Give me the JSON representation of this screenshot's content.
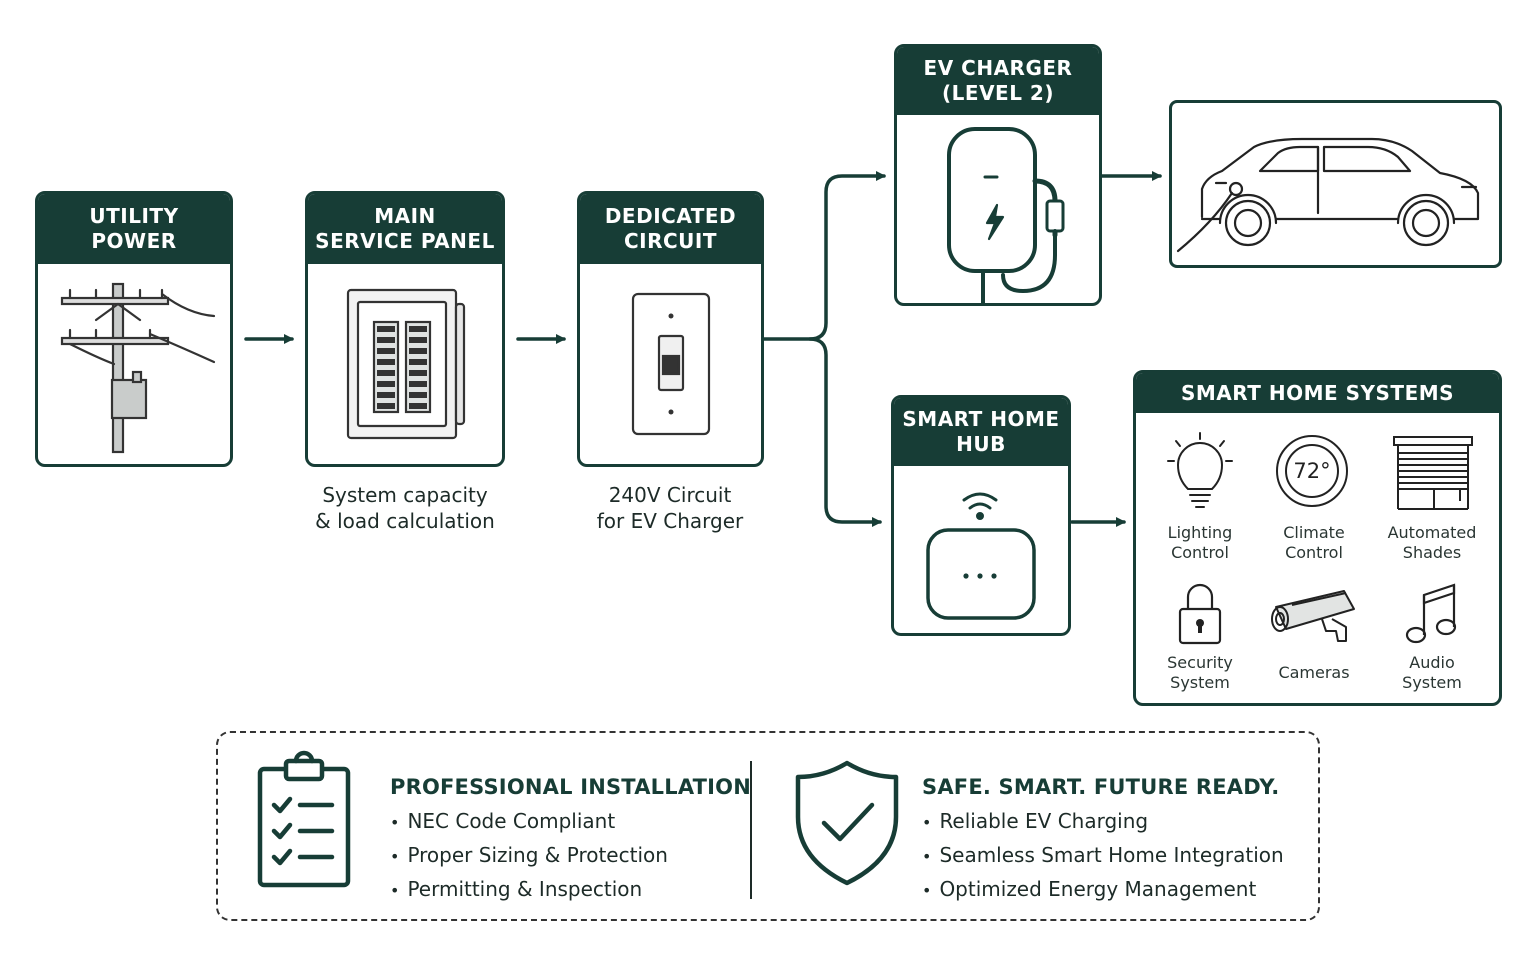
{
  "nodes": {
    "utility": {
      "title_line1": "UTILITY",
      "title_line2": "POWER"
    },
    "panel": {
      "title_line1": "MAIN",
      "title_line2": "SERVICE PANEL",
      "caption_line1": "System capacity",
      "caption_line2": "& load calculation"
    },
    "circuit": {
      "title_line1": "DEDICATED",
      "title_line2": "CIRCUIT",
      "caption_line1": "240V Circuit",
      "caption_line2": "for EV Charger"
    },
    "charger": {
      "title_line1": "EV CHARGER",
      "title_line2": "(LEVEL 2)"
    },
    "hub": {
      "title_line1": "SMART HOME",
      "title_line2": "HUB"
    },
    "smart_home": {
      "title": "SMART HOME SYSTEMS",
      "items": [
        {
          "icon": "lightbulb-icon",
          "line1": "Lighting",
          "line2": "Control"
        },
        {
          "icon": "thermostat-icon",
          "line1": "Climate",
          "line2": "Control",
          "display": "72°"
        },
        {
          "icon": "window-shade-icon",
          "line1": "Automated",
          "line2": "Shades"
        },
        {
          "icon": "padlock-icon",
          "line1": "Security",
          "line2": "System"
        },
        {
          "icon": "security-camera-icon",
          "line1": "Cameras",
          "line2": ""
        },
        {
          "icon": "music-note-icon",
          "line1": "Audio",
          "line2": "System"
        }
      ]
    }
  },
  "footer": {
    "left": {
      "icon": "clipboard-checklist-icon",
      "title": "PROFESSIONAL INSTALLATION",
      "bullets": [
        "NEC Code Compliant",
        "Proper Sizing & Protection",
        "Permitting & Inspection"
      ]
    },
    "right": {
      "icon": "shield-check-icon",
      "title": "SAFE. SMART. FUTURE READY.",
      "bullets": [
        "Reliable EV Charging",
        "Seamless Smart Home Integration",
        "Optimized Energy Management"
      ]
    }
  },
  "colors": {
    "primary": "#173d36",
    "text": "#1d2b28",
    "background": "#ffffff"
  }
}
